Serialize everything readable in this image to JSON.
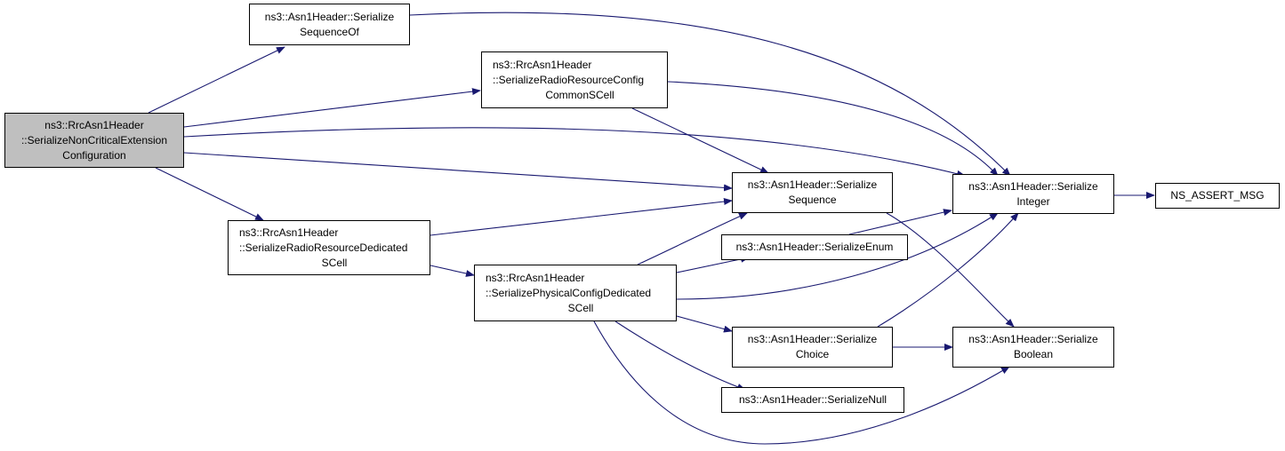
{
  "graph": {
    "colors": {
      "edge": "#191970",
      "root_fill": "#bfbfbf",
      "node_fill": "#ffffff",
      "border": "#000000"
    },
    "nodes": {
      "root": {
        "lines": [
          "ns3::RrcAsn1Header",
          "::SerializeNonCriticalExtension",
          "Configuration"
        ]
      },
      "seq_of": {
        "lines": [
          "ns3::Asn1Header::Serialize",
          "SequenceOf"
        ]
      },
      "radio_common": {
        "lines": [
          "ns3::RrcAsn1Header",
          "::SerializeRadioResourceConfig",
          "CommonSCell"
        ]
      },
      "radio_dedicated": {
        "lines": [
          "ns3::RrcAsn1Header",
          "::SerializeRadioResourceDedicated",
          "SCell"
        ]
      },
      "physical": {
        "lines": [
          "ns3::RrcAsn1Header",
          "::SerializePhysicalConfigDedicated",
          "SCell"
        ]
      },
      "sequence": {
        "lines": [
          "ns3::Asn1Header::Serialize",
          "Sequence"
        ]
      },
      "enum": {
        "lines": [
          "ns3::Asn1Header::SerializeEnum"
        ]
      },
      "choice": {
        "lines": [
          "ns3::Asn1Header::Serialize",
          "Choice"
        ]
      },
      "null": {
        "lines": [
          "ns3::Asn1Header::SerializeNull"
        ]
      },
      "integer": {
        "lines": [
          "ns3::Asn1Header::Serialize",
          "Integer"
        ]
      },
      "boolean": {
        "lines": [
          "ns3::Asn1Header::Serialize",
          "Boolean"
        ]
      },
      "assert": {
        "lines": [
          "NS_ASSERT_MSG"
        ]
      }
    }
  }
}
